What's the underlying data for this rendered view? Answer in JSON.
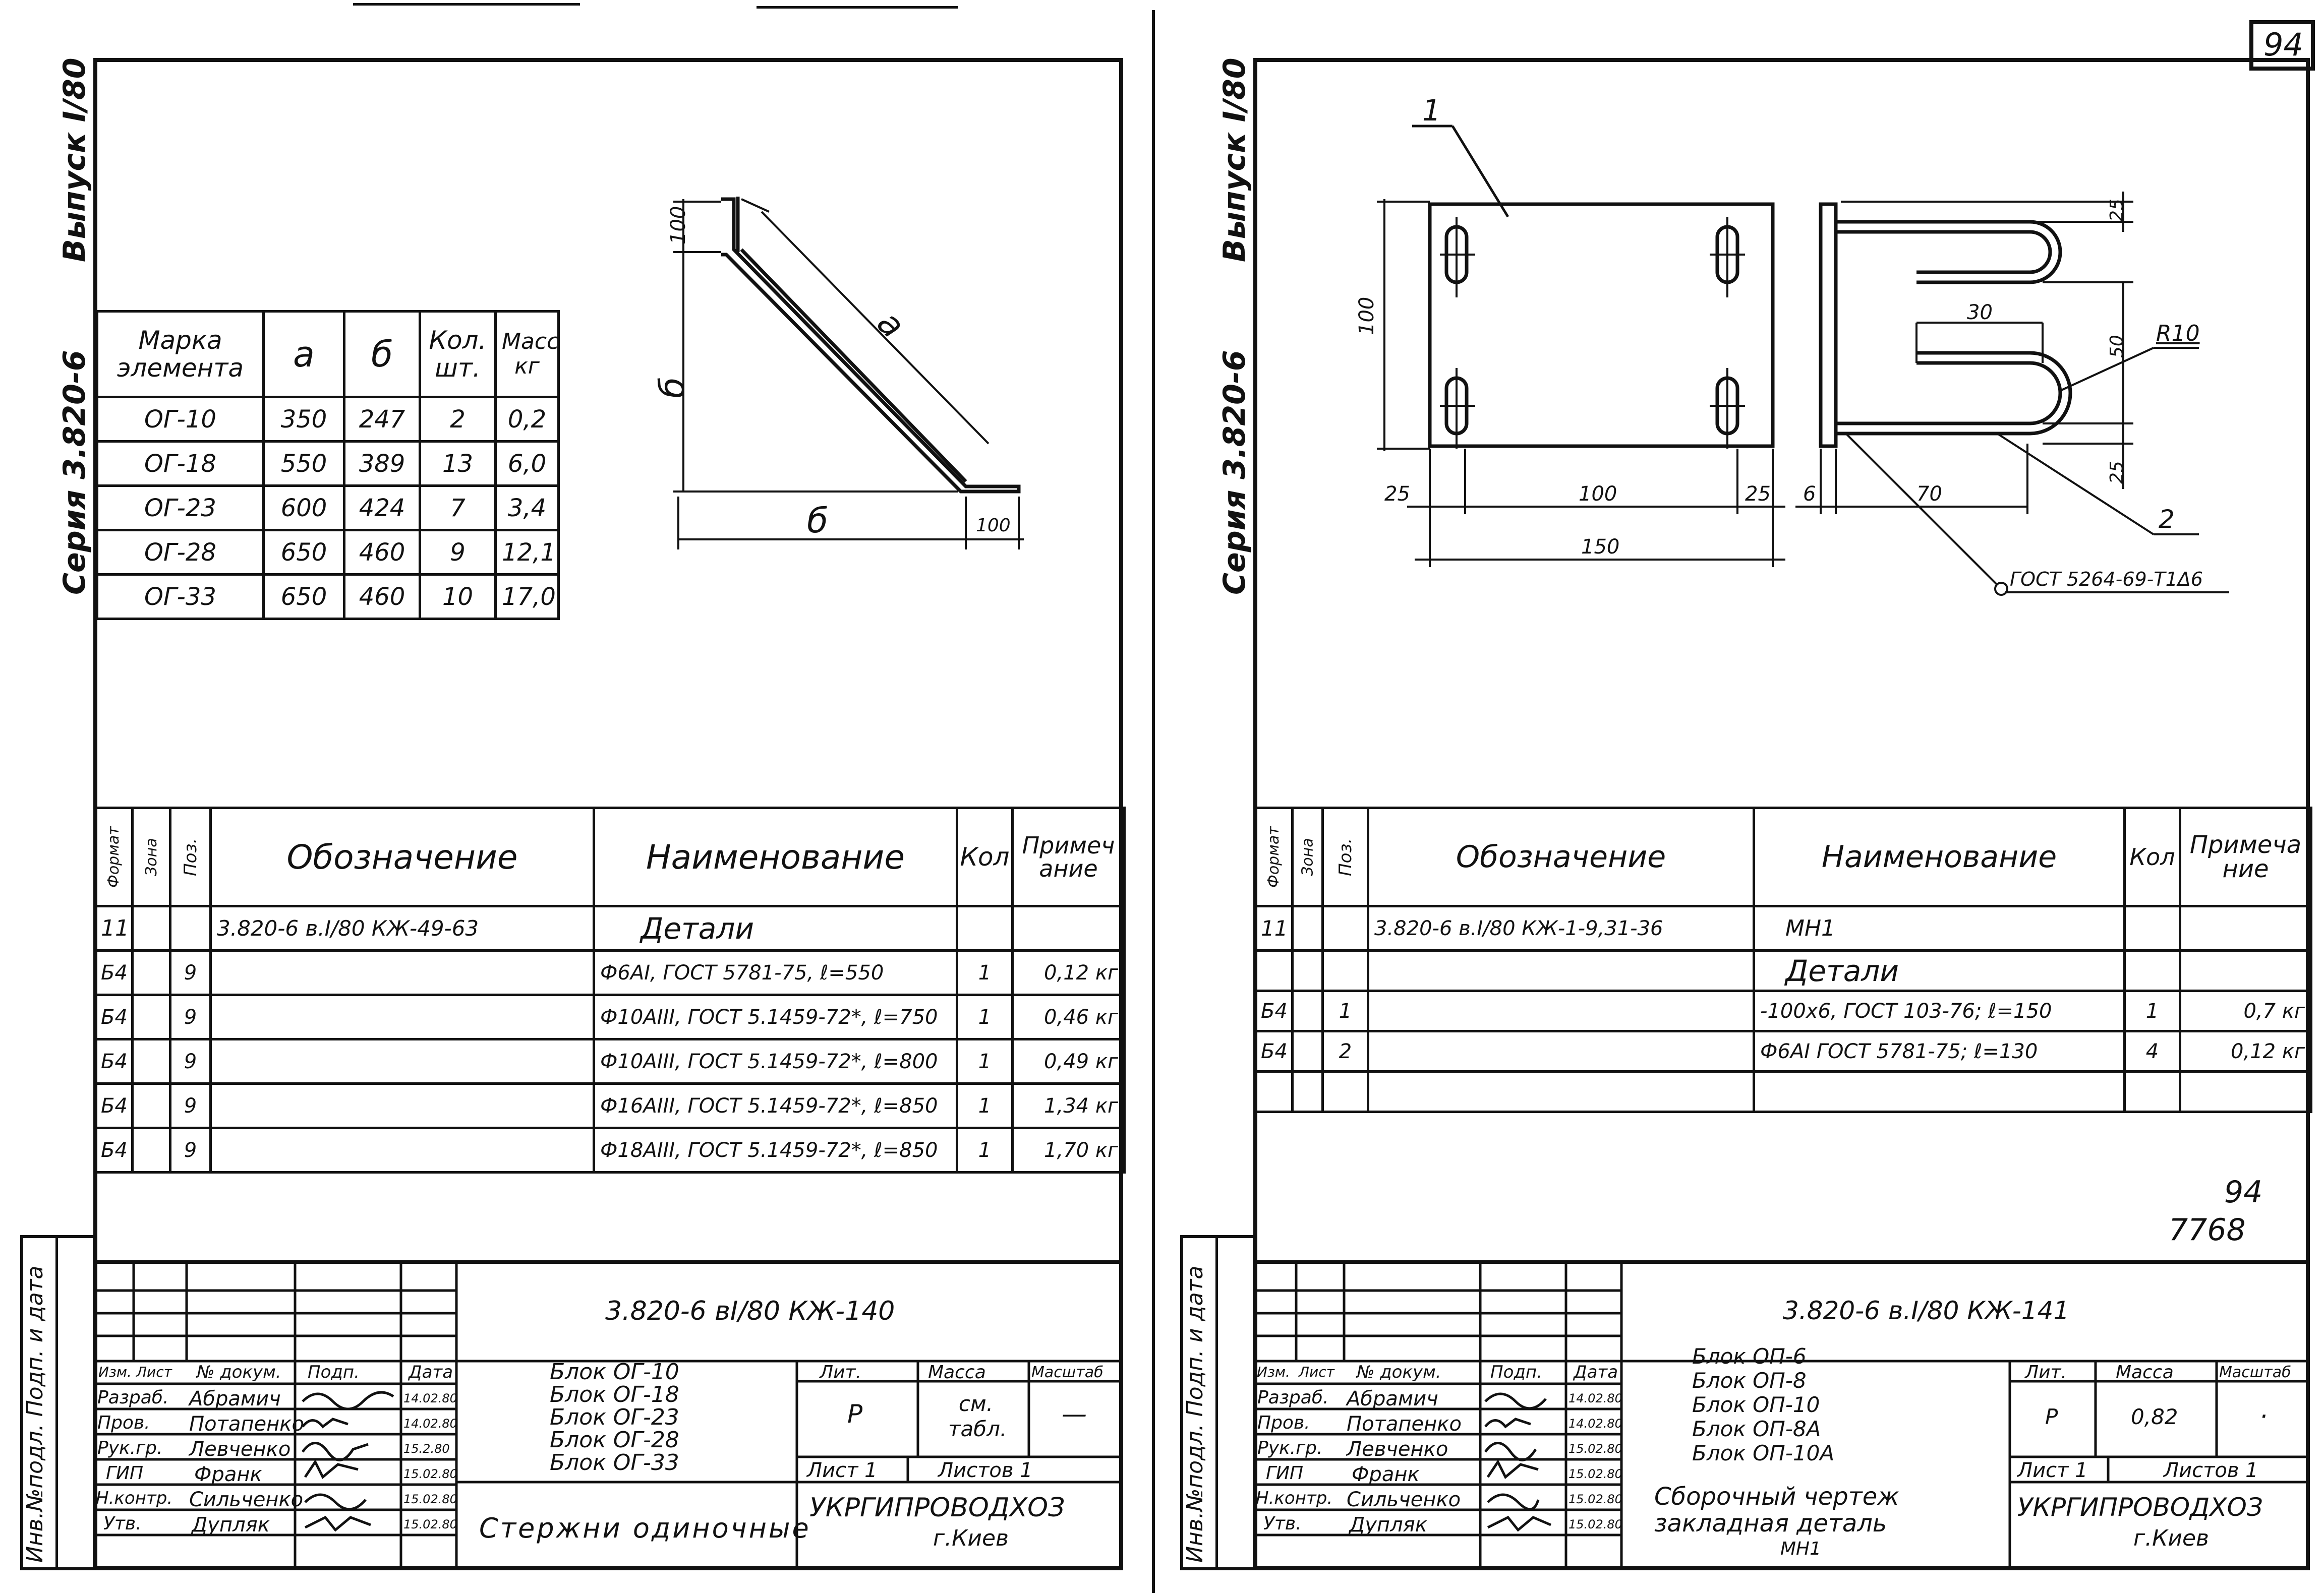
{
  "sheet_number": "94",
  "left": {
    "series_label": "Серия  3.820-6",
    "issue_label": "Выпуск I/80",
    "mark_table": {
      "headers": [
        "Марка элемента",
        "а",
        "б",
        "Кол. шт.",
        "Масса, кг"
      ],
      "rows": [
        [
          "ОГ-10",
          "350",
          "247",
          "2",
          "0,2"
        ],
        [
          "ОГ-18",
          "550",
          "389",
          "13",
          "6,0"
        ],
        [
          "ОГ-23",
          "600",
          "424",
          "7",
          "3,4"
        ],
        [
          "ОГ-28",
          "650",
          "460",
          "9",
          "12,1"
        ],
        [
          "ОГ-33",
          "650",
          "460",
          "10",
          "17,0"
        ]
      ]
    },
    "drawing": {
      "dim_top": "100",
      "dim_a": "а",
      "dim_b_vert": "б",
      "dim_b_horiz": "б",
      "dim_end": "100"
    },
    "spec": {
      "headers": {
        "format": "Формат",
        "zone": "Зона",
        "pos": "Поз.",
        "designation": "Обозначение",
        "name": "Наименование",
        "qty": "Кол",
        "note": "Примечание"
      },
      "rows": [
        {
          "format": "11",
          "zone": "",
          "pos": "",
          "designation": "3.820-6     в.I/80 КЖ-49-63",
          "name": "Детали",
          "qty": "",
          "note": ""
        },
        {
          "format": "Б4",
          "zone": "",
          "pos": "9",
          "designation": "",
          "name": "Ф6АI, ГОСТ 5781-75, ℓ=550",
          "qty": "1",
          "note": "0,12 кг"
        },
        {
          "format": "Б4",
          "zone": "",
          "pos": "9",
          "designation": "",
          "name": "Ф10АIII, ГОСТ 5.1459-72*, ℓ=750",
          "qty": "1",
          "note": "0,46 кг"
        },
        {
          "format": "Б4",
          "zone": "",
          "pos": "9",
          "designation": "",
          "name": "Ф10АIII, ГОСТ 5.1459-72*, ℓ=800",
          "qty": "1",
          "note": "0,49 кг"
        },
        {
          "format": "Б4",
          "zone": "",
          "pos": "9",
          "designation": "",
          "name": "Ф16АIII, ГОСТ 5.1459-72*, ℓ=850",
          "qty": "1",
          "note": "1,34 кг"
        },
        {
          "format": "Б4",
          "zone": "",
          "pos": "9",
          "designation": "",
          "name": "Ф18АIII, ГОСТ 5.1459-72*, ℓ=850",
          "qty": "1",
          "note": "1,70 кг"
        }
      ]
    },
    "side_label": "Инв.№подл.   Подп. и дата",
    "title_block": {
      "code": "3.820-6      вI/80           КЖ-140",
      "col_heads": [
        "Изм.",
        "Лист",
        "№ докум.",
        "Подп.",
        "Дата"
      ],
      "people": [
        [
          "Разраб.",
          "Абрамич",
          "14.02.80"
        ],
        [
          "Пров.",
          "Потапенко",
          "14.02.80"
        ],
        [
          "Рук.гр.",
          "Левченко",
          "15.2.80"
        ],
        [
          "ГИП",
          "Франк",
          "15.02.80"
        ],
        [
          "Н.контр.",
          "Сильченко",
          "15.02.80"
        ],
        [
          "Утв.",
          "Дупляк",
          "15.02.80"
        ]
      ],
      "blocks": [
        "Блок ОГ-10",
        "Блок ОГ-18",
        "Блок ОГ-23",
        "Блок ОГ-28",
        "Блок ОГ-33"
      ],
      "title": "Стержни одиночные",
      "lit_head": "Лит.",
      "mass_head": "Масса",
      "scale_head": "Масштаб",
      "lit": "Р",
      "mass": "см. табл.",
      "scale": "—",
      "sheet": "Лист 1",
      "sheets": "Листов 1",
      "org": "УКРГИПРОВОДХОЗ",
      "city": "г.Киев"
    }
  },
  "right": {
    "series_label": "Серия  3.820-6",
    "issue_label": "Выпуск I/80",
    "drawing": {
      "pos1": "1",
      "pos2": "2",
      "dim_100_v": "100",
      "dim_25a": "25",
      "dim_100_h": "100",
      "dim_25b": "25",
      "dim_150": "150",
      "dim_6": "6",
      "dim_70": "70",
      "dim_30": "30",
      "dim_50": "50",
      "dim_25c": "25",
      "dim_25d": "25",
      "radius": "R10",
      "weld": "ГОСТ 5264-69-Т1Δ6"
    },
    "spec": {
      "headers": {
        "format": "Формат",
        "zone": "Зона",
        "pos": "Поз.",
        "designation": "Обозначение",
        "name": "Наименование",
        "qty": "Кол",
        "note": "Примечание"
      },
      "rows": [
        {
          "format": "11",
          "zone": "",
          "pos": "",
          "designation": "3.820-6     в.I/80 КЖ-1-9,31-36",
          "name": "МН1",
          "qty": "",
          "note": ""
        },
        {
          "format": "",
          "zone": "",
          "pos": "",
          "designation": "",
          "name": "Детали",
          "qty": "",
          "note": ""
        },
        {
          "format": "Б4",
          "zone": "",
          "pos": "1",
          "designation": "",
          "name": "-100х6, ГОСТ 103-76; ℓ=150",
          "qty": "1",
          "note": "0,7 кг"
        },
        {
          "format": "Б4",
          "zone": "",
          "pos": "2",
          "designation": "",
          "name": "Ф6АI ГОСТ 5781-75; ℓ=130",
          "qty": "4",
          "note": "0,12 кг"
        },
        {
          "format": "",
          "zone": "",
          "pos": "",
          "designation": "",
          "name": "",
          "qty": "",
          "note": ""
        }
      ]
    },
    "stamp_a": "94",
    "stamp_b": "7768",
    "side_label": "Инв.№подл.   Подп. и дата",
    "title_block": {
      "code": "3.820-6      в.I/80        КЖ-141",
      "col_heads": [
        "Изм.",
        "Лист",
        "№ докум.",
        "Подп.",
        "Дата"
      ],
      "people": [
        [
          "Разраб.",
          "Абрамич",
          "14.02.80"
        ],
        [
          "Пров.",
          "Потапенко",
          "14.02.80"
        ],
        [
          "Рук.гр.",
          "Левченко",
          "15.02.80"
        ],
        [
          "ГИП",
          "Франк",
          "15.02.80"
        ],
        [
          "Н.контр.",
          "Сильченко",
          "15.02.80"
        ],
        [
          "Утв.",
          "Дупляк",
          "15.02.80"
        ]
      ],
      "blocks": [
        "Блок ОП-6",
        "Блок ОП-8",
        "Блок ОП-10",
        "Блок ОП-8А",
        "Блок ОП-10А"
      ],
      "title_lines": [
        "Сборочный чертеж",
        "закладная деталь",
        "МН1"
      ],
      "lit_head": "Лит.",
      "mass_head": "Масса",
      "scale_head": "Масштаб",
      "lit": "Р",
      "mass": "0,82",
      "scale": "·",
      "sheet": "Лист 1",
      "sheets": "Листов 1",
      "org": "УКРГИПРОВОДХОЗ",
      "city": "г.Киев"
    }
  }
}
